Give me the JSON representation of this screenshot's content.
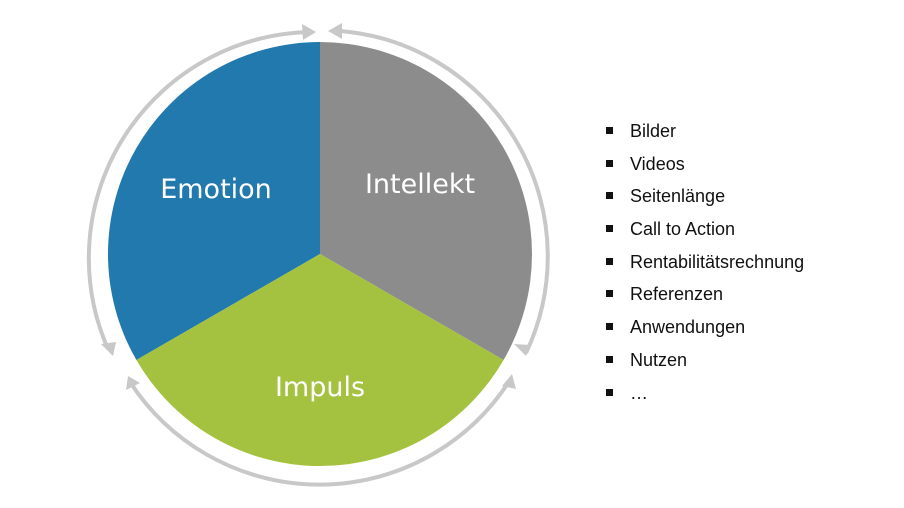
{
  "diagram": {
    "segments": [
      {
        "label": "Emotion",
        "color": "#2279ad"
      },
      {
        "label": "Intellekt",
        "color": "#8c8c8c"
      },
      {
        "label": "Impuls",
        "color": "#a4c23f"
      }
    ],
    "cycle_arrow_color": "#c8c8c8"
  },
  "bullet_list": {
    "items": [
      "Bilder",
      "Videos",
      "Seitenlänge",
      "Call to Action",
      "Rentabilitätsrechnung",
      "Referenzen",
      "Anwendungen",
      "Nutzen",
      "…"
    ]
  }
}
